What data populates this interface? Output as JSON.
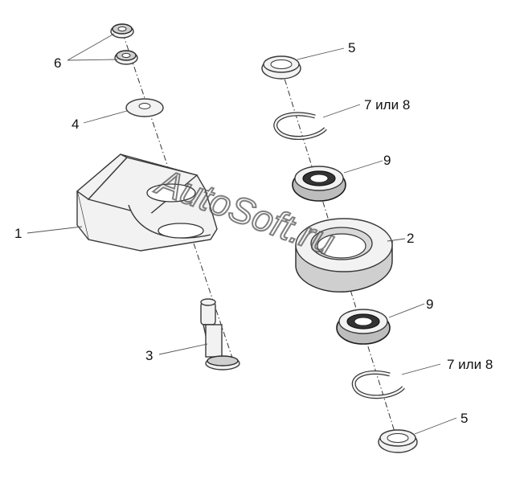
{
  "watermark": "AutoSoft.ru",
  "callouts": {
    "c1": "1",
    "c2": "2",
    "c3": "3",
    "c4": "4",
    "c5_top": "5",
    "c5_bottom": "5",
    "c6": "6",
    "c7_top": "7 или 8",
    "c7_bottom": "7 или 8",
    "c9_top": "9",
    "c9_bottom": "9"
  }
}
